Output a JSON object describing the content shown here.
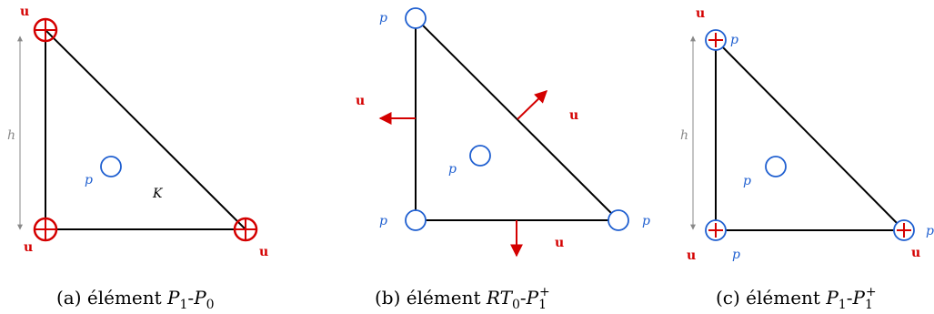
{
  "diagrams": {
    "a": {
      "caption_prefix": "(a) élément ",
      "caption_math": [
        "P",
        "1",
        "-",
        "P",
        "0"
      ],
      "label_u": "u",
      "label_p": "p",
      "label_K": "K",
      "label_h": "h"
    },
    "b": {
      "caption_prefix": "(b) élément ",
      "caption_math": [
        "RT",
        "0",
        "-",
        "P",
        "1",
        "+"
      ],
      "label_u": "u",
      "label_p": "p"
    },
    "c": {
      "caption_prefix": "(c) élément ",
      "caption_math": [
        "P",
        "1",
        "-",
        "P",
        "1",
        "+"
      ],
      "label_u": "u",
      "label_p": "p",
      "label_h": "h"
    }
  },
  "colors": {
    "u_dof": "#d40000",
    "p_dof": "#1f5fd0",
    "edge": "#000000",
    "dimension": "#888888"
  }
}
